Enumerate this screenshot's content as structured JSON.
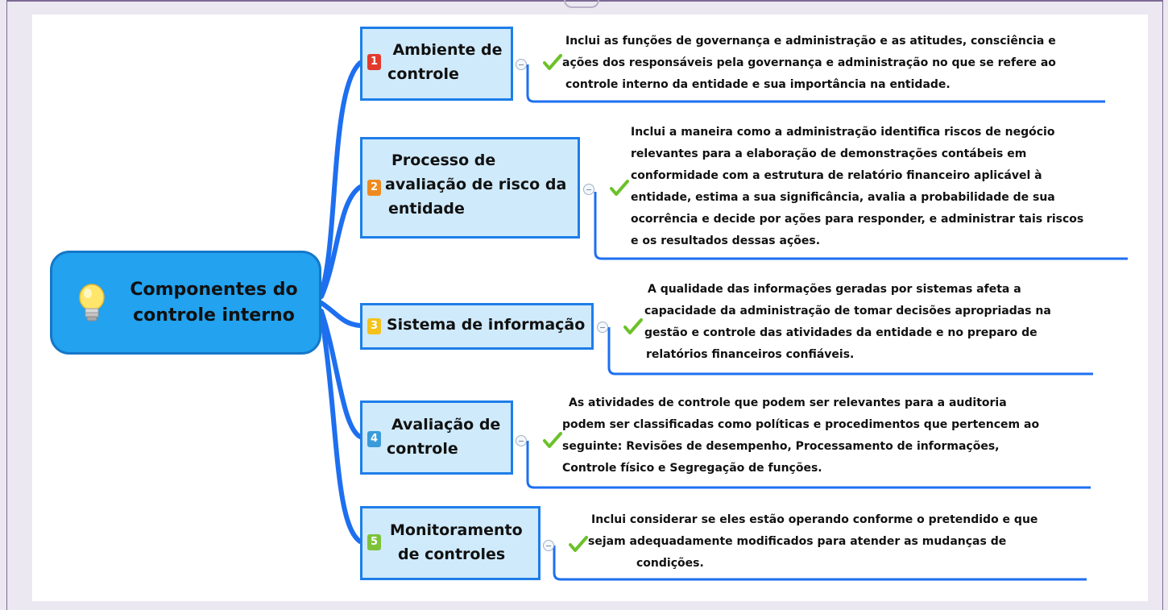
{
  "central": {
    "line1": "Componentes do",
    "line2": "controle interno",
    "icon": "lightbulb-icon"
  },
  "branches": [
    {
      "number": "1",
      "number_color": "#e23b2e",
      "title_lines": [
        "Ambiente de",
        "controle"
      ],
      "description_lines": [
        "Inclui as funções de governança e administração e as atitudes, consciência e",
        "ações dos responsáveis pela governança e administração no que se refere ao",
        "controle interno da entidade e sua importância na entidade."
      ]
    },
    {
      "number": "2",
      "number_color": "#ef8a1f",
      "title_lines": [
        "Processo de",
        "avaliação de risco da",
        "entidade"
      ],
      "description_lines": [
        "Inclui a maneira como a administração identifica riscos de negócio",
        "relevantes para a elaboração de demonstrações contábeis em",
        "conformidade com a estrutura de relatório financeiro aplicável à",
        "entidade, estima a sua significância, avalia a probabilidade de sua",
        "ocorrência e decide por ações para responder, e administrar tais riscos",
        "e os resultados dessas ações."
      ]
    },
    {
      "number": "3",
      "number_color": "#f4c21a",
      "title_lines": [
        "Sistema de informação"
      ],
      "description_lines": [
        "A qualidade das informações geradas por sistemas afeta a",
        "capacidade da administração de tomar decisões apropriadas na",
        "gestão e controle das atividades da entidade e no preparo de",
        "relatórios financeiros confiáveis."
      ]
    },
    {
      "number": "4",
      "number_color": "#3a9bd9",
      "title_lines": [
        "Avaliação de",
        "controle"
      ],
      "description_lines": [
        "As atividades de controle que podem ser relevantes para a auditoria",
        "podem ser classificadas como políticas e procedimentos que pertencem ao",
        "seguinte: Revisões de desempenho, Processamento de informações,",
        "Controle físico e Segregação de funções."
      ]
    },
    {
      "number": "5",
      "number_color": "#7cc33a",
      "title_lines": [
        "Monitoramento",
        "de controles"
      ],
      "description_lines": [
        "Inclui considerar se eles estão operando conforme o pretendido e que",
        "sejam adequadamente modificados para atender as mudanças de",
        "condições."
      ]
    }
  ]
}
